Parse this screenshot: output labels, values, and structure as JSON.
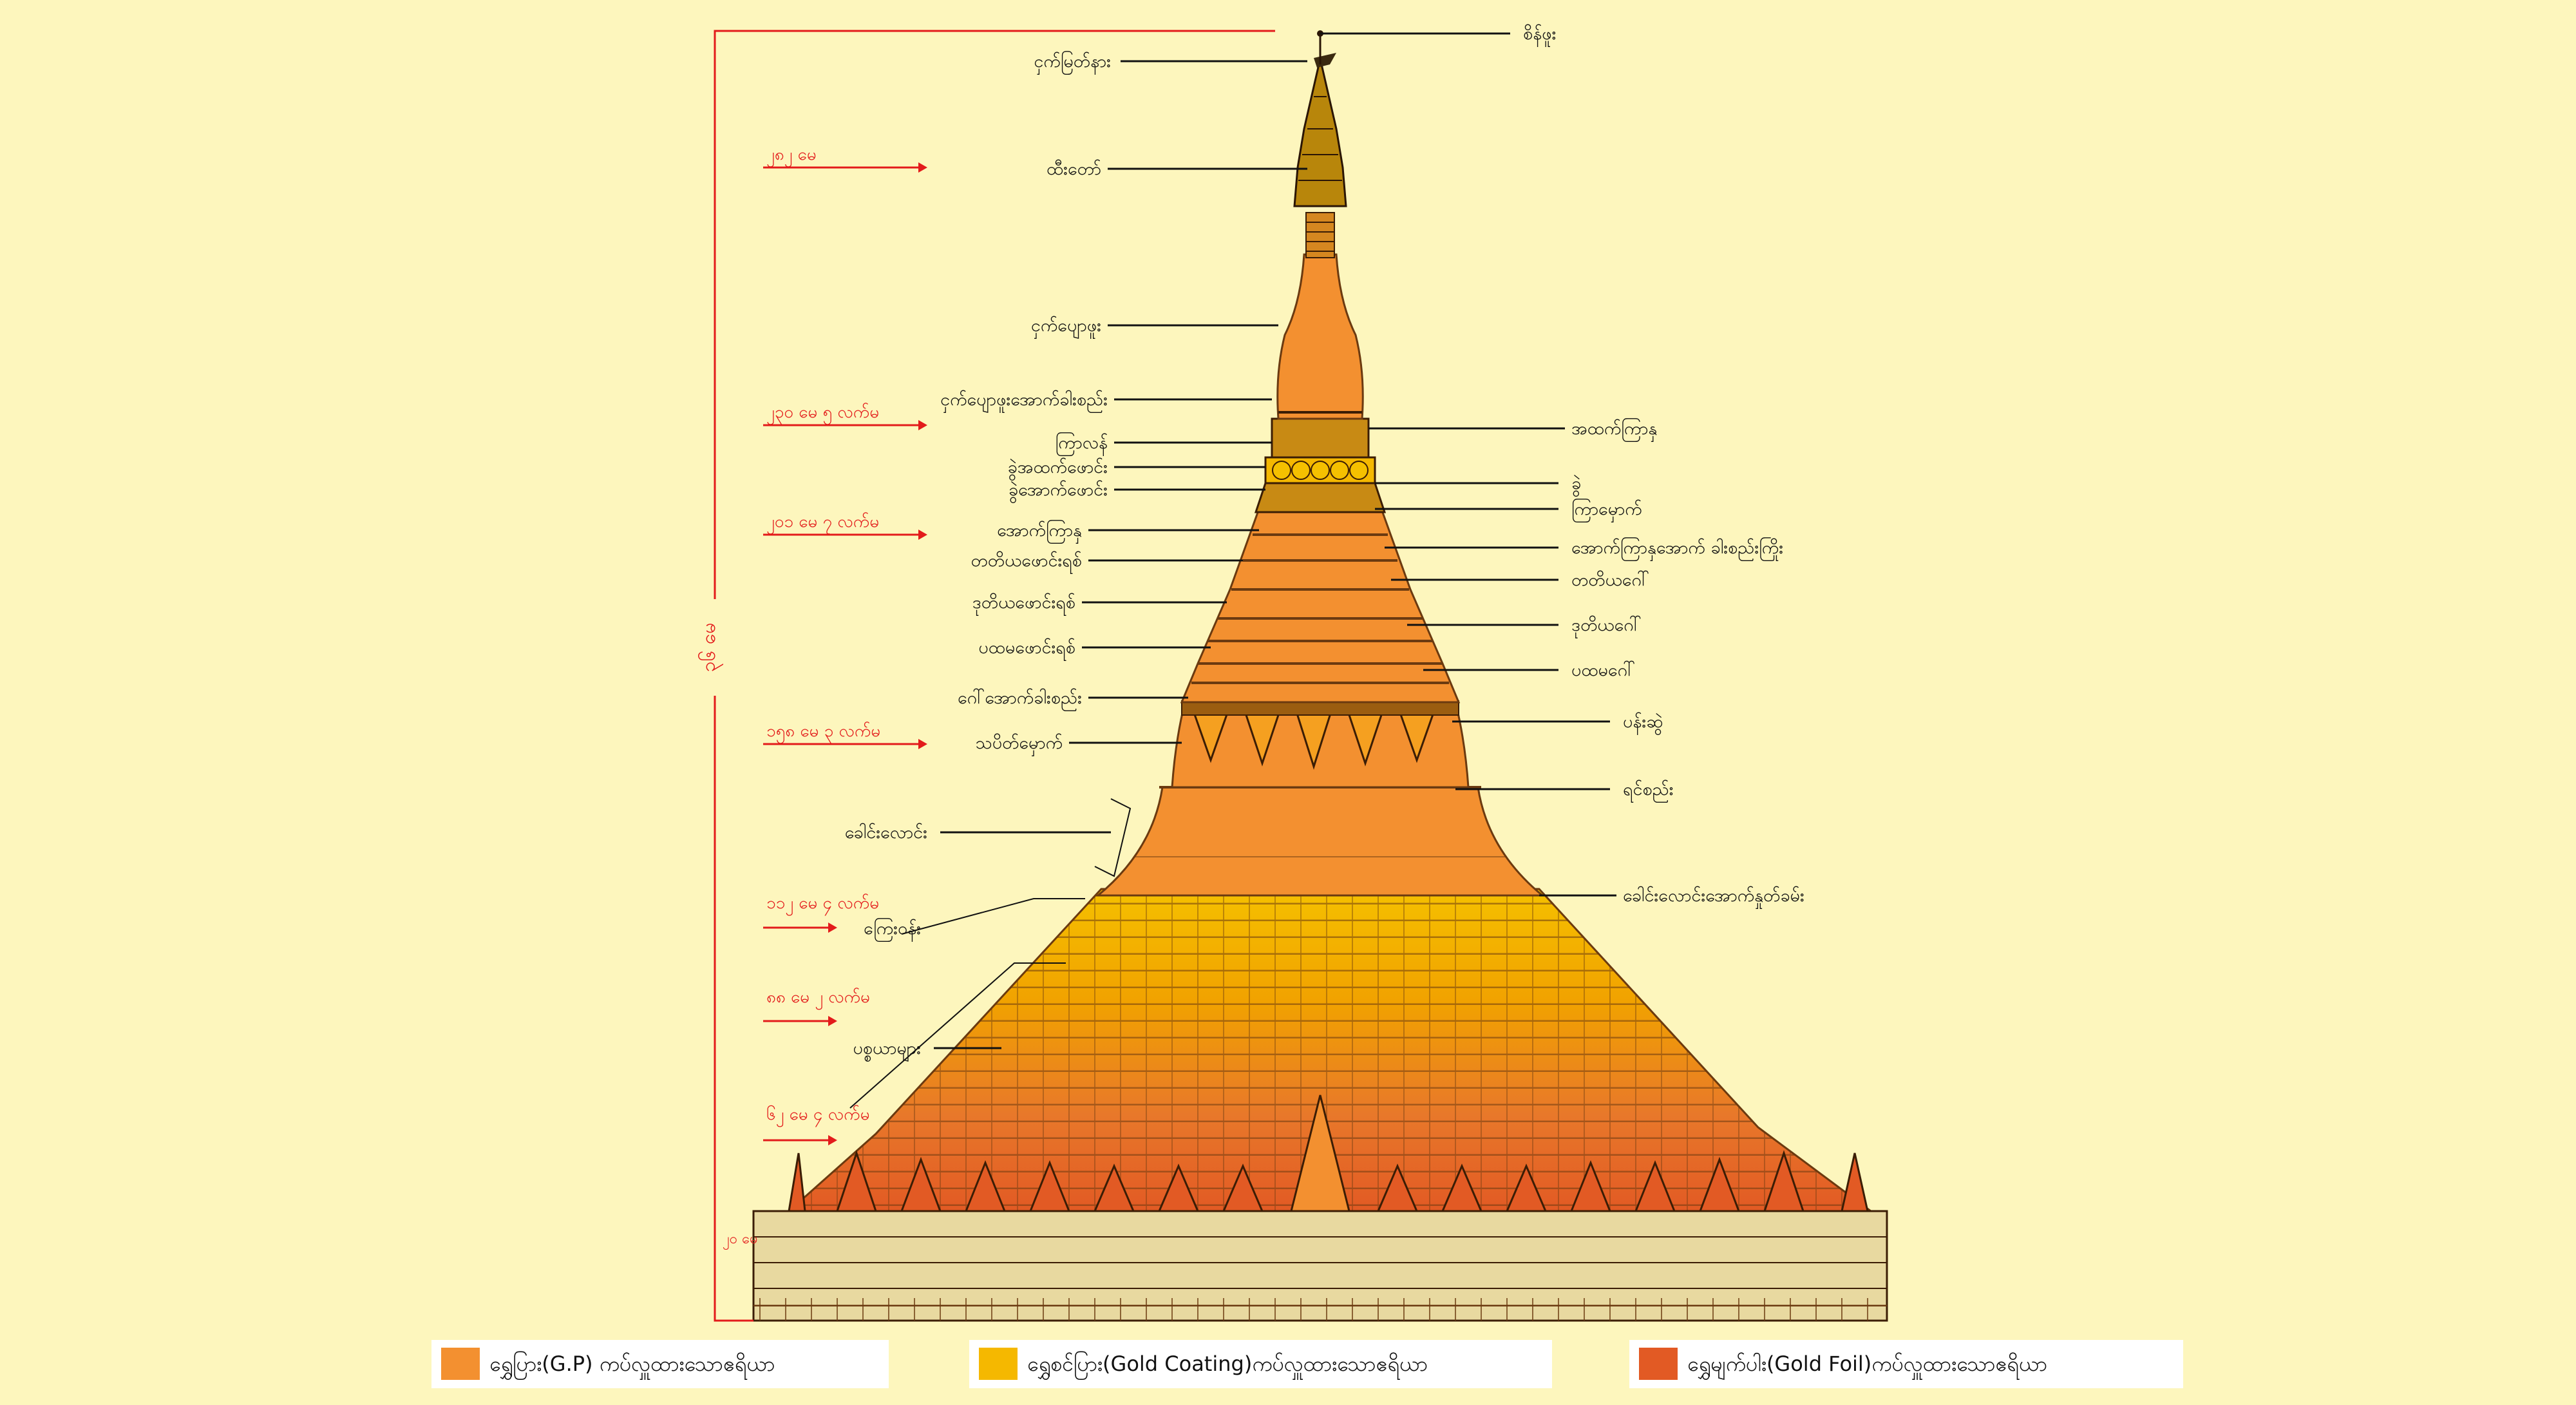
{
  "colors": {
    "background": "#fdf6bd",
    "gold_plate": "#f39030",
    "gold_coating": "#f5b800",
    "gold_foil": "#e25a24",
    "red_lines": "#e31b1b",
    "label_lines": "#111111"
  },
  "height_labels": {
    "total": "၃၆ မေ",
    "left": [
      "၂၈၂ မေ",
      "၂၃၀ မေ ၅ လက်မ",
      "၂၀၁ မေ ၇ လက်မ",
      "၁၅၈ မေ ၃ လက်မ",
      "၁၁၂ မေ ၄ လက်မ",
      "၈၈ မေ ၂ လက်မ",
      "၆၂ မေ ၄ လက်မ"
    ],
    "base": "၂၀ မေ"
  },
  "left_labels": [
    "ငှက်မြတ်နား",
    "ထီးတော်",
    "ငှက်ပျောဖူး",
    "ငှက်ပျောဖူးအောက်ခါးစည်း",
    "ကြာလန်",
    "ခွဲအထက်ဖောင်း",
    "ခွဲအောက်ဖောင်း",
    "အောက်ကြာနှ",
    "တတိယဖောင်းရစ်",
    "ဒုတိယဖောင်းရစ်",
    "ပထမဖောင်းရစ်",
    "ဂေါ်အောက်ခါးစည်း",
    "သပိတ်မှောက်",
    "ခေါင်းလောင်း",
    "ကြေးဝန်း",
    "ပစ္စယာများ"
  ],
  "right_labels": [
    "စိန်ဖူး",
    "အထက်ကြာနှ",
    "ခွဲ",
    "ကြာမှောက်",
    "အောက်ကြာနှအောက် ခါးစည်းကြိုး",
    "တတိယဂေါ်",
    "ဒုတိယဂေါ်",
    "ပထမဂေါ်",
    "ပန်းဆွဲ",
    "ရင်စည်း",
    "ခေါင်းလောင်းအောက်နှုတ်ခမ်း"
  ],
  "legend": [
    {
      "label": "ရွှေပြား(G.P) ကပ်လှူထားသောဧရိယာ",
      "color": "#f39030"
    },
    {
      "label": "ရွှေစင်ပြား(Gold Coating)ကပ်လှူထားသောဧရိယာ",
      "color": "#f5b800"
    },
    {
      "label": "ရွှေမျက်ပါး(Gold Foil)ကပ်လှူထားသောဧရိယာ",
      "color": "#e25a24"
    }
  ]
}
